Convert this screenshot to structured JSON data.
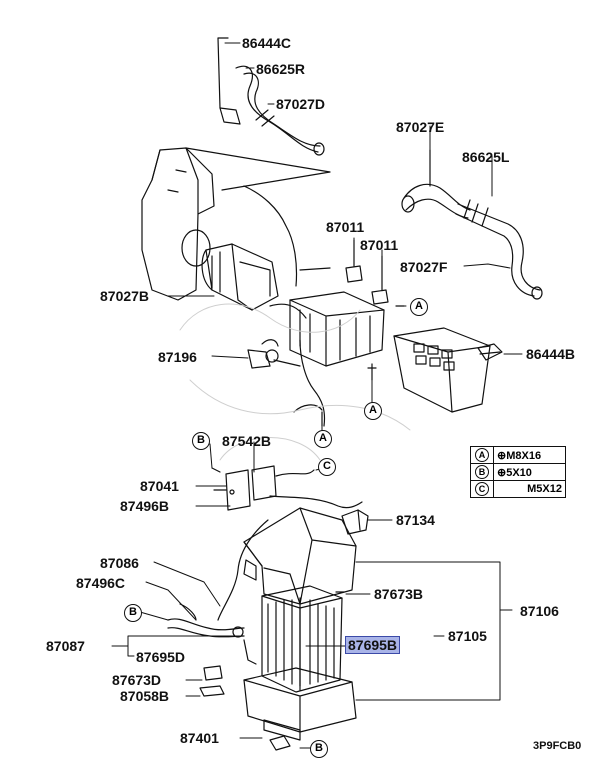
{
  "parts": {
    "p86444C": "86444C",
    "p86625R": "86625R",
    "p87027D": "87027D",
    "p87027E": "87027E",
    "p86625L": "86625L",
    "p87011a": "87011",
    "p87011b": "87011",
    "p87027F": "87027F",
    "p87027B": "87027B",
    "p87196": "87196",
    "p86444B": "86444B",
    "p87542B": "87542B",
    "p87041": "87041",
    "p87496B": "87496B",
    "p87134": "87134",
    "p87086": "87086",
    "p87496C": "87496C",
    "p87673B": "87673B",
    "p87106": "87106",
    "p87105": "87105",
    "p87695B": "87695B",
    "p87087": "87087",
    "p87695D": "87695D",
    "p87673D": "87673D",
    "p87058B": "87058B",
    "p87401": "87401"
  },
  "callouts": {
    "A": "A",
    "B": "B",
    "C": "C"
  },
  "legend": [
    {
      "key": "A",
      "spec": "M8X16",
      "symbol": "⊕"
    },
    {
      "key": "B",
      "spec": "5X10",
      "symbol": "⊕"
    },
    {
      "key": "C",
      "spec": "M5X12",
      "symbol": ""
    }
  ],
  "diagram_code": "3P9FCB0",
  "highlight_color": "#a9b4e8"
}
